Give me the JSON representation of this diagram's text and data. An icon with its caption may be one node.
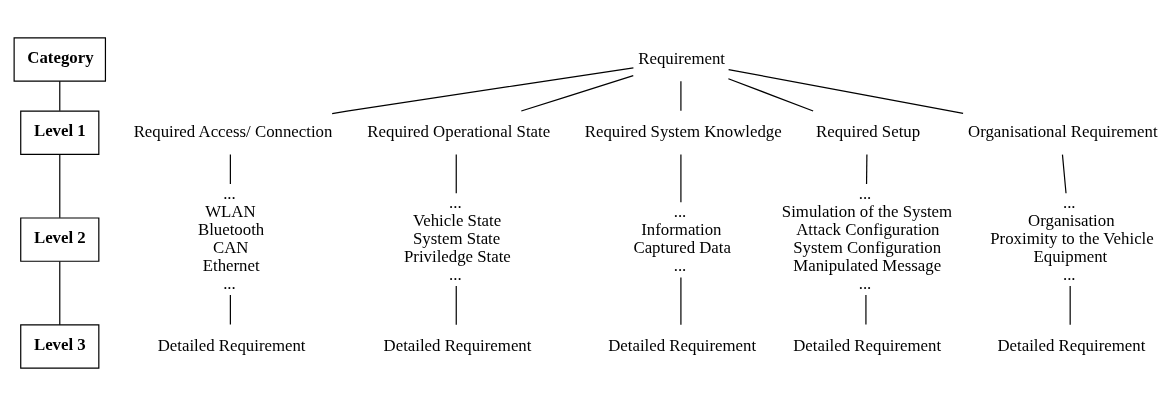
{
  "diagram": {
    "nodes": [
      {
        "text": [
          "Category"
        ]
      },
      {
        "text": [
          "Level 1"
        ]
      },
      {
        "text": [
          "Level 2"
        ]
      },
      {
        "text": [
          "Level 3"
        ]
      },
      {
        "text": [
          "Requirement"
        ]
      },
      {
        "text": [
          "Required Access/ Connection"
        ]
      },
      {
        "text": [
          "Required Operational State"
        ]
      },
      {
        "text": [
          "Required System Knowledge"
        ]
      },
      {
        "text": [
          "Required Setup"
        ]
      },
      {
        "text": [
          "Organisational Requirement"
        ]
      },
      {
        "text": [
          "...",
          "WLAN",
          "Bluetooth",
          "CAN",
          "Ethernet",
          "..."
        ]
      },
      {
        "text": [
          "...",
          "Vehicle State",
          "System State",
          "Priviledge State",
          "..."
        ]
      },
      {
        "text": [
          "...",
          "Information",
          "Captured Data",
          "..."
        ]
      },
      {
        "text": [
          "...",
          "Simulation of the System",
          "Attack Configuration",
          "System Configuration",
          "Manipulated Message",
          "..."
        ]
      },
      {
        "text": [
          "...",
          "Organisation",
          "Proximity to the Vehicle",
          "Equipment",
          "..."
        ]
      },
      {
        "text": [
          "Detailed Requirement"
        ]
      },
      {
        "text": [
          "Detailed Requirement"
        ]
      },
      {
        "text": [
          "Detailed Requirement"
        ]
      },
      {
        "text": [
          "Detailed Requirement"
        ]
      },
      {
        "text": [
          "Detailed Requirement"
        ]
      }
    ],
    "edges": [
      {
        "from": 0,
        "to": 1,
        "arrow": "none"
      },
      {
        "from": 1,
        "to": 2,
        "arrow": "none"
      },
      {
        "from": 2,
        "to": 3,
        "arrow": "none"
      },
      {
        "from": 4,
        "to": 5,
        "arrow": "none"
      },
      {
        "from": 4,
        "to": 6,
        "arrow": "none"
      },
      {
        "from": 4,
        "to": 7,
        "arrow": "none"
      },
      {
        "from": 4,
        "to": 8,
        "arrow": "none"
      },
      {
        "from": 4,
        "to": 9,
        "arrow": "none"
      },
      {
        "from": 5,
        "to": 10,
        "arrow": "none"
      },
      {
        "from": 6,
        "to": 11,
        "arrow": "none"
      },
      {
        "from": 7,
        "to": 12,
        "arrow": "none"
      },
      {
        "from": 8,
        "to": 13,
        "arrow": "none"
      },
      {
        "from": 9,
        "to": 14,
        "arrow": "none"
      },
      {
        "from": 10,
        "to": 15,
        "arrow": "none"
      },
      {
        "from": 11,
        "to": 16,
        "arrow": "none"
      },
      {
        "from": 12,
        "to": 17,
        "arrow": "none"
      },
      {
        "from": 13,
        "to": 18,
        "arrow": "none"
      },
      {
        "from": 14,
        "to": 19,
        "arrow": "none"
      }
    ]
  }
}
